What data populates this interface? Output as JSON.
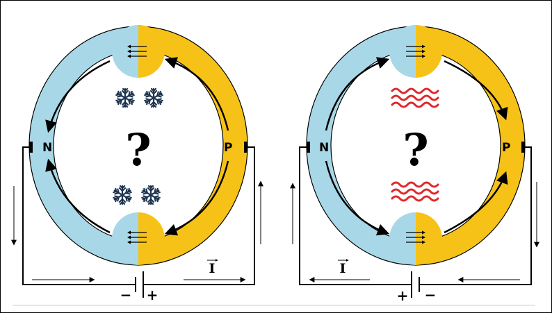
{
  "colors": {
    "n_type": "#a8d8e8",
    "p_type": "#f7c218",
    "wire": "#000000",
    "heat_waves": "#e0282c",
    "snowflake": "#1e3550",
    "border": "#000000"
  },
  "left_panel": {
    "mode": "cooling",
    "n_label": "N",
    "p_label": "P",
    "question": "?",
    "current_label": "I",
    "battery_left_sign": "−",
    "battery_right_sign": "+",
    "effect_icon": "snowflake-icon"
  },
  "right_panel": {
    "mode": "heating",
    "n_label": "N",
    "p_label": "P",
    "question": "?",
    "current_label": "I",
    "battery_left_sign": "+",
    "battery_right_sign": "−",
    "effect_icon": "heat-wave-icon"
  }
}
